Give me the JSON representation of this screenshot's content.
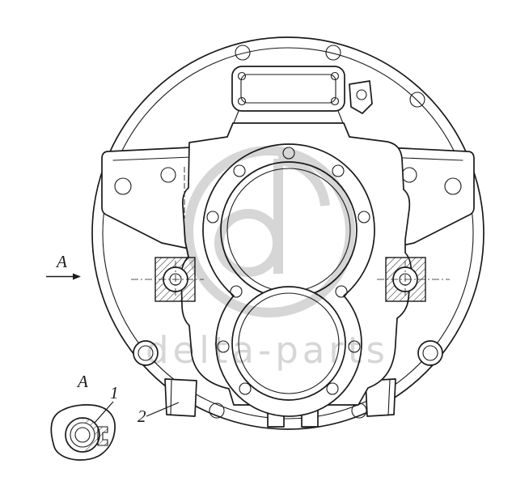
{
  "diagram": {
    "labels": {
      "view_arrow": "A",
      "detail_view_title": "A",
      "callout_1": "1",
      "callout_2": "2"
    },
    "watermark": {
      "text": "delta-parts",
      "color": "#d6d6d6"
    },
    "colors": {
      "line": "#1b1b1b",
      "background": "#ffffff"
    }
  }
}
